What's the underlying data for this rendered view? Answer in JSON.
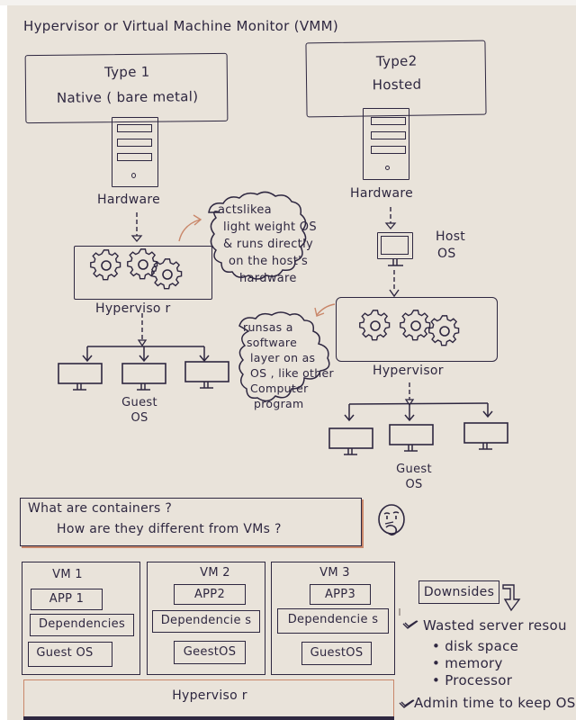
{
  "title": "Hypervisor or Virtual Machine Monitor (VMM)",
  "type1": {
    "line1": "Type 1",
    "line2": "Native ( bare metal)",
    "hardware_label": "Hardware",
    "hypervisor_label": "Hyperviso r",
    "guest_label_line1": "Guest",
    "guest_label_line2": "OS",
    "note_lines": [
      "actslikea",
      "light weight OS",
      "& runs directly",
      "on the host's",
      "hardware"
    ]
  },
  "type2": {
    "line1": "Type2",
    "line2": "Hosted",
    "hardware_label": "Hardware",
    "host_os_line1": "Host",
    "host_os_line2": "OS",
    "hypervisor_label": "Hypervisor",
    "guest_label_line1": "Guest",
    "guest_label_line2": "OS",
    "note_lines": [
      "runsas a",
      "software",
      "layer on as",
      "OS , like other",
      "Computer",
      "program"
    ]
  },
  "question": {
    "line1": "What are containers ?",
    "line2": "How are they different from VMs ?",
    "emoji": "thinking-face"
  },
  "vms": [
    {
      "name": "VM 1",
      "app": "APP 1",
      "deps": "Dependencies",
      "os": "Guest OS"
    },
    {
      "name": "VM 2",
      "app": "APP2",
      "deps": "Dependencie s",
      "os": "GeestOS"
    },
    {
      "name": "VM 3",
      "app": "APP3",
      "deps": "Dependencie s",
      "os": "GuestOS"
    }
  ],
  "bottom_hypervisor": "Hyperviso r",
  "downsides": {
    "label": "Downsides",
    "items": [
      {
        "text": "Wasted server resou",
        "subitems": [
          "disk space",
          "memory",
          "Processor"
        ]
      },
      {
        "text": "Admin time to keep OS",
        "subitems": []
      }
    ]
  },
  "colors": {
    "paper": "#e9e3da",
    "ink": "#2e2740",
    "accent_orange": "#c9876a"
  }
}
